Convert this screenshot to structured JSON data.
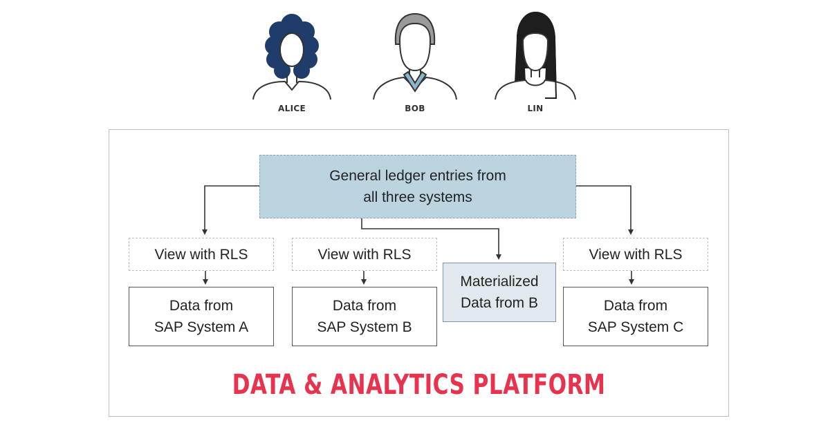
{
  "people": [
    {
      "name": "ALICE",
      "icon": "person-curly-hair-icon"
    },
    {
      "name": "BOB",
      "icon": "person-collar-icon"
    },
    {
      "name": "LIN",
      "icon": "person-long-hair-icon"
    }
  ],
  "diagram": {
    "source_box": {
      "line1": "General ledger entries from",
      "line2": "all three systems"
    },
    "views": [
      {
        "label": "View with RLS"
      },
      {
        "label": "View with RLS"
      },
      {
        "label": "View with RLS"
      }
    ],
    "data_boxes": [
      {
        "line1": "Data from",
        "line2": "SAP System A"
      },
      {
        "line1": "Data from",
        "line2": "SAP System B"
      },
      {
        "line1": "Data from",
        "line2": "SAP System C"
      }
    ],
    "materialized": {
      "line1": "Materialized",
      "line2": "Data from B"
    },
    "platform_title": "DATA & ANALYTICS PLATFORM"
  },
  "colors": {
    "ledger_fill": "#bcd4df",
    "materialized_fill": "#e1e9ee",
    "title_red": "#e8334f",
    "hair_blue": "#1f3c6b",
    "collar_blue": "#8fb2c9"
  }
}
